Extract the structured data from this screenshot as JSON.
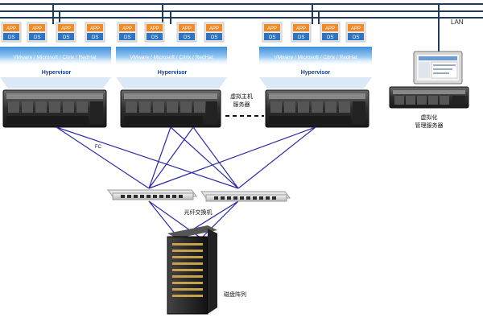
{
  "network": {
    "lan_label": "LAN",
    "fc_label": "FC"
  },
  "host_groups": [
    {
      "vm_tiles": [
        {
          "app": "APP",
          "os": "OS"
        },
        {
          "app": "APP",
          "os": "OS"
        },
        {
          "app": "APP",
          "os": "OS"
        },
        {
          "app": "APP",
          "os": "OS"
        }
      ],
      "vendors": "VMware / Microsoft / Citrix / RedHat",
      "hypervisor": "Hypervisor"
    },
    {
      "vm_tiles": [
        {
          "app": "APP",
          "os": "OS"
        },
        {
          "app": "APP",
          "os": "OS"
        },
        {
          "app": "APP",
          "os": "OS"
        },
        {
          "app": "APP",
          "os": "OS"
        }
      ],
      "vendors": "VMware / Microsoft / Citrix / RedHat",
      "hypervisor": "Hypervisor"
    },
    {
      "vm_tiles": [
        {
          "app": "APP",
          "os": "OS"
        },
        {
          "app": "APP",
          "os": "OS"
        },
        {
          "app": "APP",
          "os": "OS"
        },
        {
          "app": "APP",
          "os": "OS"
        }
      ],
      "vendors": "VMware / Microsoft / Citrix / RedHat",
      "hypervisor": "Hypervisor"
    }
  ],
  "host_server_label": [
    "虚拟主机",
    "服务器"
  ],
  "management_server_label": [
    "虚拟化",
    "管理服务器"
  ],
  "fc_switch_label": "光纤交换机",
  "disk_array_label": "磁盘阵列",
  "colors": {
    "app_tile": "#f08a24",
    "os_tile": "#2e74c0",
    "hypervisor_band": "#5aa6e6",
    "fc_link": "#2a2aa8",
    "lan_line": "#1f3a5a"
  }
}
